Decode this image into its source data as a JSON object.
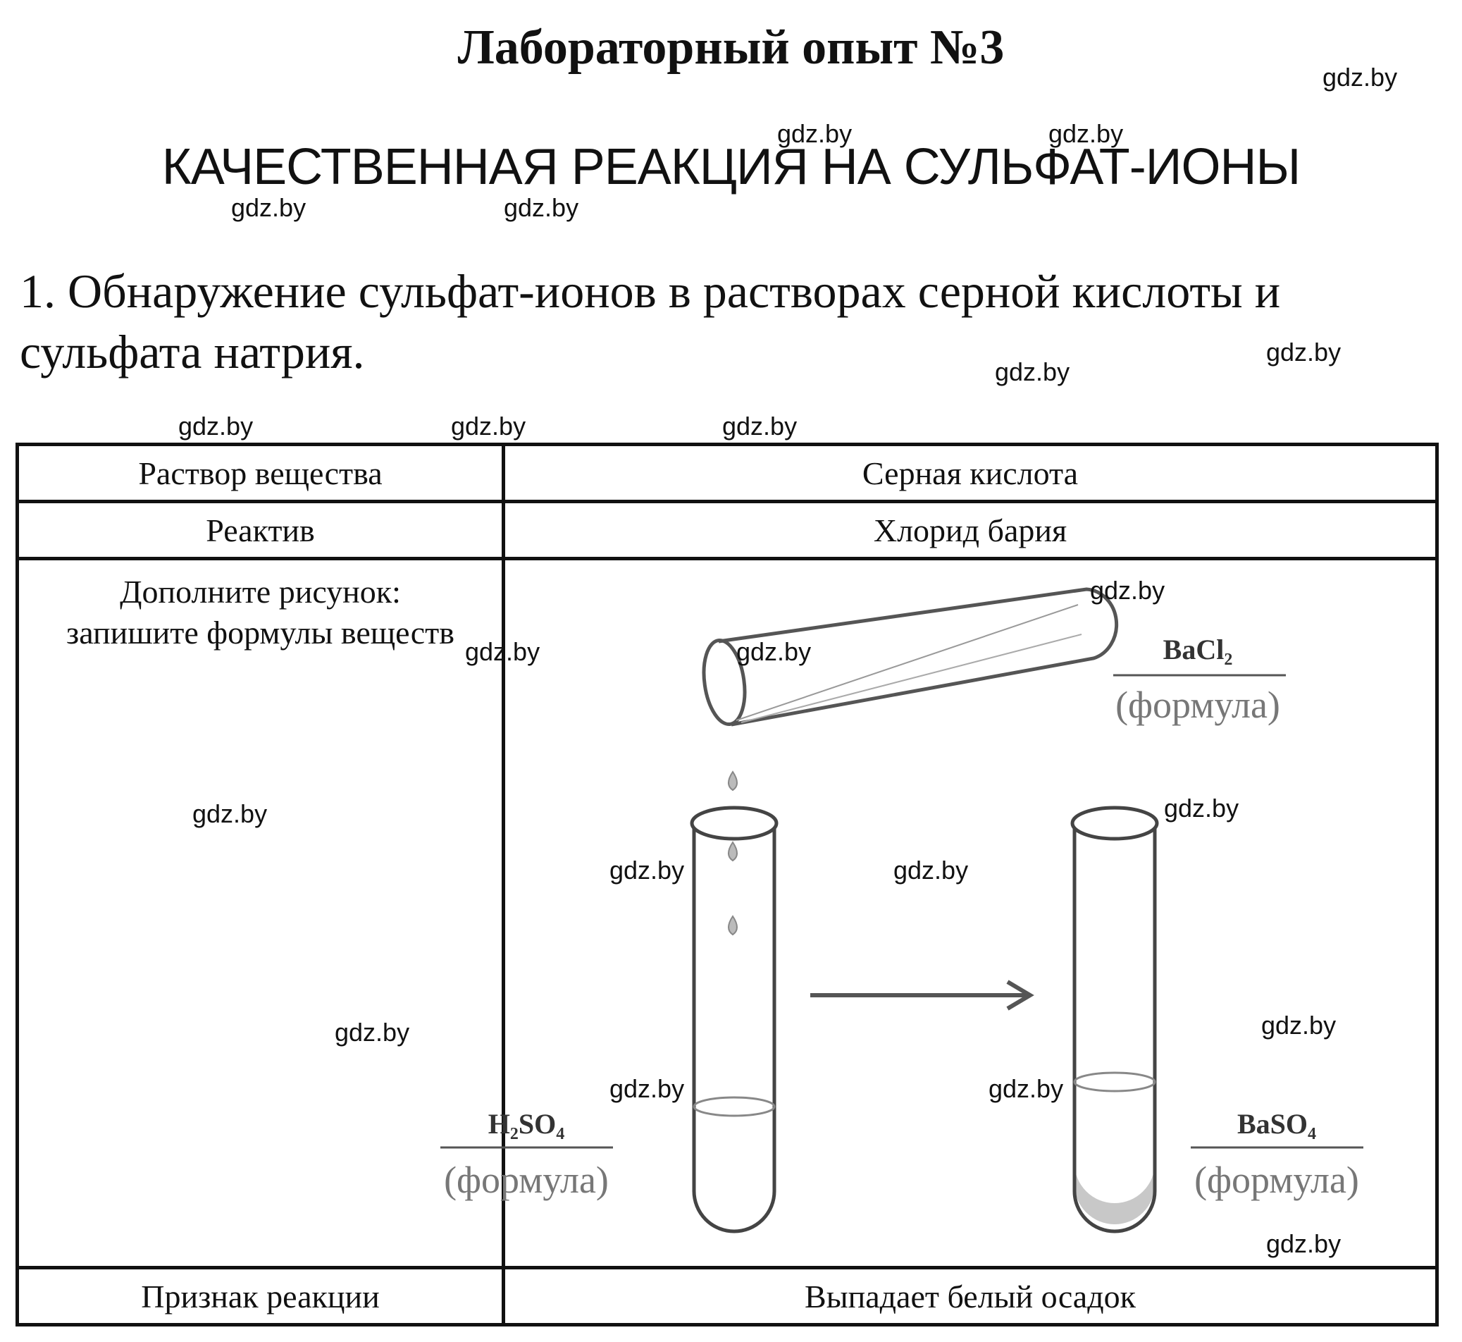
{
  "header": {
    "title": "Лабораторный опыт №3",
    "subtitle": "КАЧЕСТВЕННАЯ РЕАКЦИЯ НА СУЛЬФАТ-ИОНЫ"
  },
  "task": {
    "text": "1. Обнаружение сульфат-ионов в растворах серной кислоты и сульфата натрия."
  },
  "table": {
    "rows": [
      {
        "label": "Раствор вещества",
        "value": "Серная кислота"
      },
      {
        "label": "Реактив",
        "value": "Хлорид бария"
      },
      {
        "label": "Дополните рисунок: запишите формулы веществ",
        "value": ""
      },
      {
        "label": "Признак реакции",
        "value": "Выпадает белый осадок"
      }
    ]
  },
  "diagram": {
    "reagent_formula": "BaCl₂",
    "initial_formula": "H₂SO₄",
    "product_formula": "BaSO₄",
    "formula_caption": "(формула)"
  },
  "watermark": "gdz.by"
}
